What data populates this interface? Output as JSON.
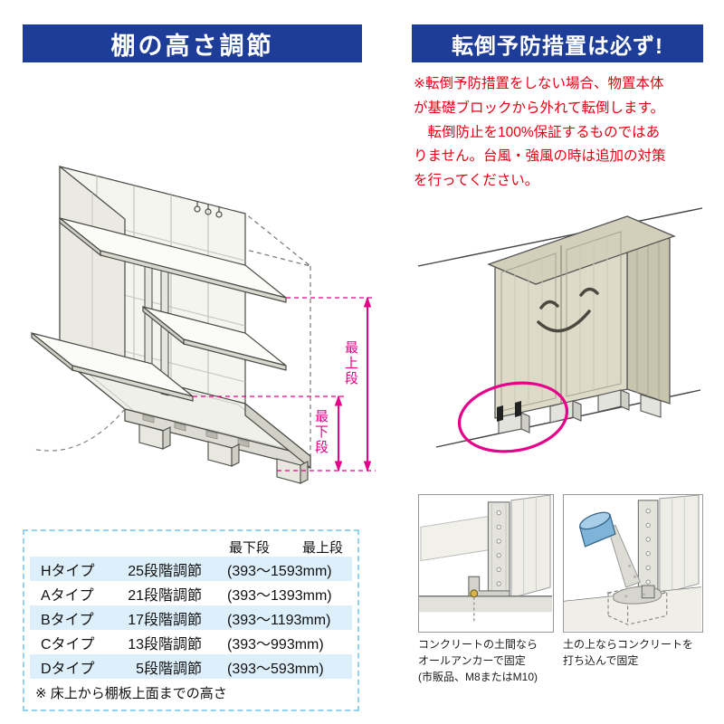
{
  "colors": {
    "header_bg": "#1d3d99",
    "warning_red": "#e60012",
    "accent_magenta": "#e7008a",
    "table_row_alt": "#dceffa",
    "table_border": "#96d2f0"
  },
  "left": {
    "header": "棚の高さ調節",
    "diagram": {
      "label_top_shelf": "最上段",
      "label_bottom_shelf": "最下段"
    },
    "table": {
      "header_low": "最下段",
      "header_high": "最上段",
      "rows": [
        {
          "type": "Hタイプ",
          "steps": "25段階調節",
          "range": "(393〜1593mm)"
        },
        {
          "type": "Aタイプ",
          "steps": "21段階調節",
          "range": "(393〜1393mm)"
        },
        {
          "type": "Bタイプ",
          "steps": "17段階調節",
          "range": "(393〜1193mm)"
        },
        {
          "type": "Cタイプ",
          "steps": "13段階調節",
          "range": "(393〜993mm)"
        },
        {
          "type": "Dタイプ",
          "steps": "5段階調節",
          "range": "(393〜593mm)"
        }
      ],
      "note": "※ 床上から棚板上面までの高さ"
    }
  },
  "right": {
    "header": "転倒予防措置は必ず!",
    "warning": "※転倒予防措置をしない場合、物置本体\nが基礎ブロックから外れて転倒します。\n　転倒防止を100%保証するものではあ\nりません。台風・強風の時は追加の対策\nを行ってください。",
    "photos": [
      {
        "caption": "コンクリートの土間なら\nオールアンカーで固定\n(市販品、M8またはM10)"
      },
      {
        "caption": "土の上ならコンクリートを\n打ち込んで固定"
      }
    ]
  }
}
